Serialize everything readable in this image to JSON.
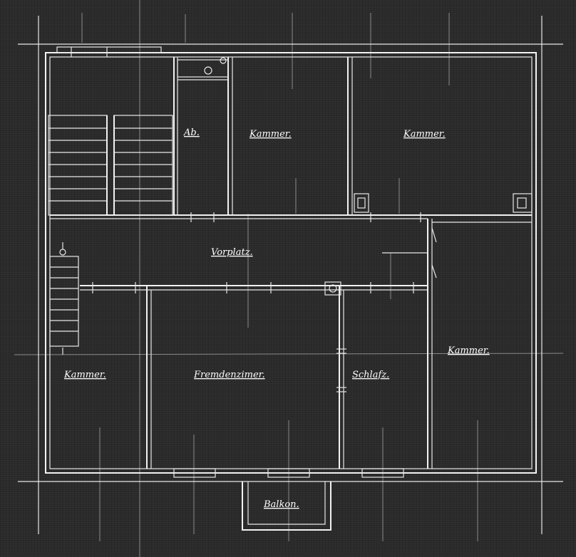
{
  "labels": {
    "ab": "Ab.",
    "kammer_top_left": "Kammer.",
    "kammer_top_right": "Kammer.",
    "vorplatz": "Vorplatz.",
    "kammer_left": "Kammer.",
    "fremdenzimmer": "Fremdenzimer.",
    "schlafz": "Schlafz.",
    "kammer_right": "Kammer.",
    "balkon": "Balkon."
  },
  "colors": {
    "background": "#2b2b2b",
    "lines": "#f2f2f2"
  }
}
